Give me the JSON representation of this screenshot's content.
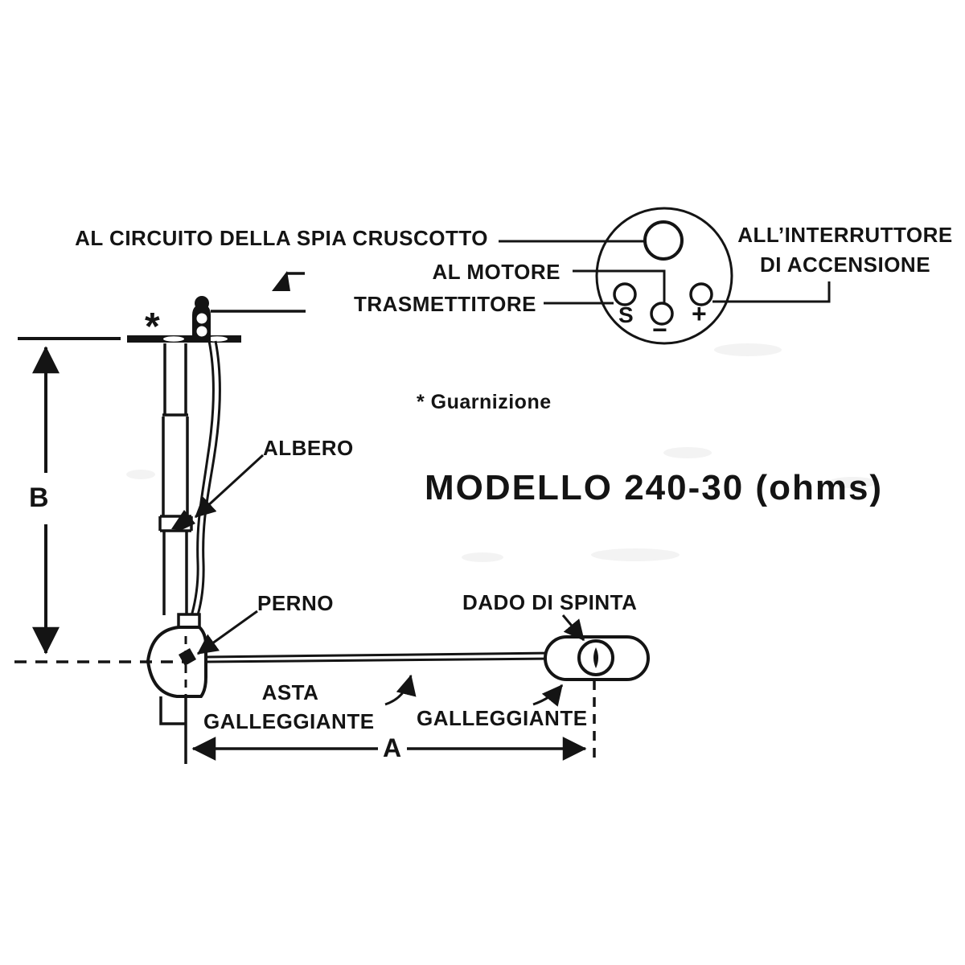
{
  "diagram": {
    "title": "MODELLO 240-30 (ohms)",
    "note": "* Guarnizione",
    "labels": {
      "dash_light_circuit": "AL CIRCUITO DELLA SPIA CRUSCOTTO",
      "to_engine": "AL MOTORE",
      "transmitter": "TRASMETTITORE",
      "ignition_switch_line1": "ALL’INTERRUTTORE",
      "ignition_switch_line2": "DI ACCENSIONE",
      "shaft": "ALBERO",
      "pivot": "PERNO",
      "thrust_nut": "DADO DI SPINTA",
      "float_rod_line1": "ASTA",
      "float_rod_line2": "GALLEGGIANTE",
      "float": "GALLEGGIANTE",
      "gasket_mark": "*"
    },
    "terminals": {
      "sender": "S",
      "minus": "−",
      "plus": "+"
    },
    "dimensions": {
      "a": "A",
      "b": "B"
    },
    "colors": {
      "ink": "#141414",
      "background": "#ffffff"
    }
  }
}
